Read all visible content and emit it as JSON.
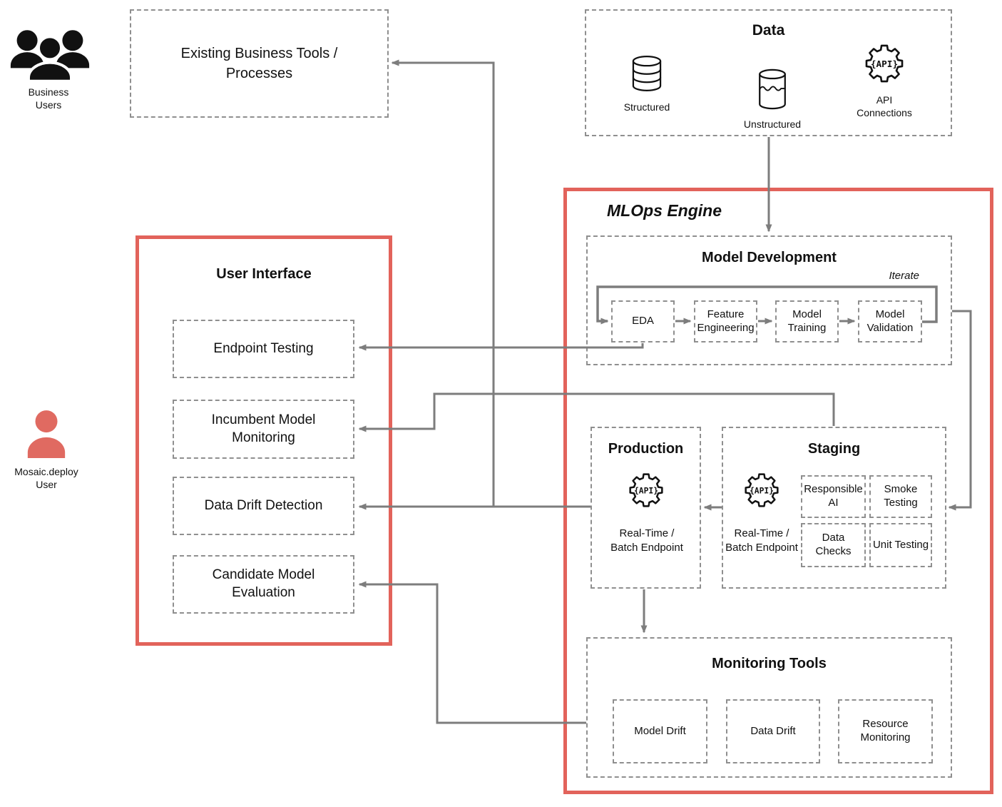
{
  "actors": {
    "business_users": {
      "icon": "people-group-icon",
      "label": "Business Users"
    },
    "mosaic_user": {
      "icon": "person-icon",
      "label": "Mosaic.deploy User"
    }
  },
  "existing_tools": {
    "label": "Existing Business Tools / Processes"
  },
  "data_panel": {
    "title": "Data",
    "items": [
      {
        "icon": "database-stack-icon",
        "label": "Structured"
      },
      {
        "icon": "database-unstructured-icon",
        "label": "Unstructured"
      },
      {
        "icon": "api-gear-icon",
        "label": "API Connections"
      }
    ]
  },
  "ui_panel": {
    "title": "User Interface",
    "items": [
      "Endpoint Testing",
      "Incumbent Model Monitoring",
      "Data Drift Detection",
      "Candidate Model Evaluation"
    ]
  },
  "mlops": {
    "title": "MLOps Engine",
    "model_development": {
      "title": "Model Development",
      "iterate_label": "Iterate",
      "steps": [
        "EDA",
        "Feature Engineering",
        "Model Training",
        "Model Validation"
      ]
    },
    "production": {
      "title": "Production",
      "endpoint_label": "Real-Time / Batch Endpoint"
    },
    "staging": {
      "title": "Staging",
      "endpoint_label": "Real-Time / Batch Endpoint",
      "checks": [
        "Responsible AI",
        "Smoke Testing",
        "Data Checks",
        "Unit Testing"
      ]
    },
    "monitoring": {
      "title": "Monitoring Tools",
      "tools": [
        "Model Drift",
        "Data Drift",
        "Resource Monitoring"
      ]
    }
  },
  "icons": {
    "api_text": "{API}"
  },
  "colors": {
    "accent_red": "#e2635b",
    "icon_red": "#e06a61",
    "connector_gray": "#7d7d7d",
    "dash_gray": "#8f8f8f",
    "text": "#111111",
    "background": "#ffffff"
  }
}
